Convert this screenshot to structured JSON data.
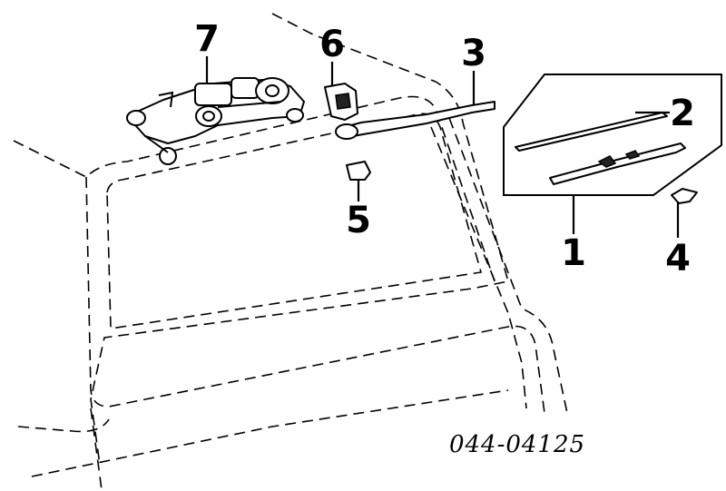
{
  "diagram": {
    "callouts": {
      "c1": "1",
      "c2": "2",
      "c3": "3",
      "c4": "4",
      "c5": "5",
      "c6": "6",
      "c7": "7"
    },
    "part_number": "044-04125"
  }
}
